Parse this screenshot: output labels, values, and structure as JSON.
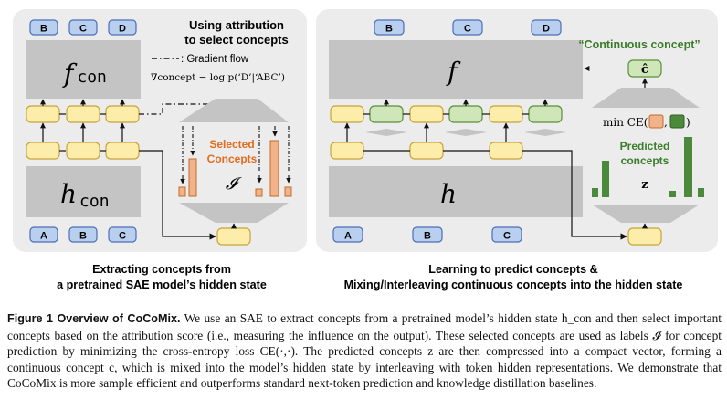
{
  "left_panel": {
    "title_line1": "Using attribution",
    "title_line2": "to select concepts",
    "top_tokens": [
      "B",
      "C",
      "D"
    ],
    "bottom_tokens": [
      "A",
      "B",
      "C"
    ],
    "f_con": "f",
    "f_con_sub": "con",
    "h_con": "h",
    "h_con_sub": "con",
    "legend_gradient": ": Gradient flow",
    "gradient_formula": "∇concept − log p(‘D’|‘ABC’)",
    "selected_line1": "Selected",
    "selected_line2": "Concepts",
    "label_I": "𝓘",
    "caption_line1": "Extracting concepts from",
    "caption_line2": "a pretrained SAE model’s hidden state"
  },
  "right_panel": {
    "top_tokens": [
      "B",
      "C",
      "D"
    ],
    "bottom_tokens": [
      "A",
      "B",
      "C"
    ],
    "continuous_concept": "“Continuous concept”",
    "c_hat": "ĉ",
    "f": "f",
    "h": "h",
    "min_ce": "min CE(",
    "min_ce_sep": ",",
    "min_ce_close": ")",
    "predicted_line1": "Predicted",
    "predicted_line2": "concepts",
    "label_z": "z",
    "caption_line1": "Learning to predict concepts &",
    "caption_line2": "Mixing/Interleaving continuous concepts into the hidden state"
  },
  "caption": {
    "lead": "Figure 1  Overview of CoCoMix.",
    "body": " We use an SAE to extract concepts from a pretrained model’s hidden state h_con and then select important concepts based on the attribution score (i.e., measuring the influence on the output). These selected concepts are used as labels 𝓘 for concept prediction by minimizing the cross-entropy loss CE(·,·). The predicted concepts z are then compressed into a compact vector, forming a continuous concept c, which is mixed into the model’s hidden state by interleaving with token hidden representations. We demonstrate that CoCoMix is more sample efficient and outperforms standard next-token prediction and knowledge distillation baselines."
  },
  "colors": {
    "panel_bg": "#ececec",
    "block_gray": "#c4c4c4",
    "token_blue": "#b9cff0",
    "token_border": "#4a6fb4",
    "yellow_fill": "#fcedaa",
    "yellow_border": "#c9a43a",
    "green_fill": "#cfe6b8",
    "green_border": "#5b8f3a",
    "green_bar": "#4b8a3a",
    "orange_bar": "#f0b38a",
    "orange_text": "#e26c1e",
    "green_text": "#3a7d2a"
  }
}
